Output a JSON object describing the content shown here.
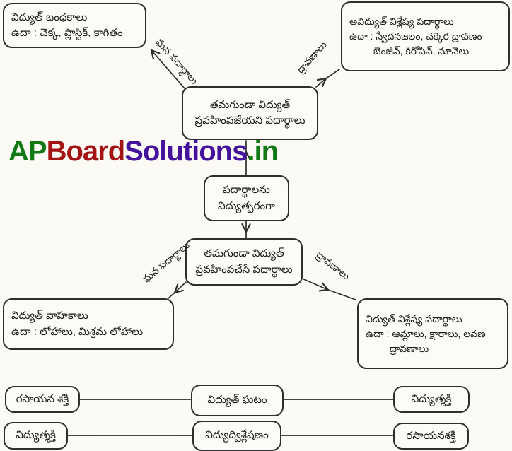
{
  "watermark": {
    "segments": [
      {
        "text": "AP",
        "color": "#117a14"
      },
      {
        "text": "Board",
        "color": "#a31313"
      },
      {
        "text": "Solutions",
        "color": "#45129b"
      },
      {
        "text": ".in",
        "color": "#117a14"
      }
    ]
  },
  "nodes": {
    "insulators": {
      "title": "విద్యుత్ బంధకాలు",
      "example": "ఉదా : చెక్క, ప్లాస్టిక్, కాగితం"
    },
    "non_electrolytes": {
      "title": "అవిద్యుత్ విశ్లేష్య పదార్థాలు",
      "example1": "ఉదా : స్వేదనజలం, చక్కెర ద్రావణం",
      "example2": "బెంజీన్, కిరోసిన్, నూనెలు"
    },
    "non_conducting_group": {
      "line1": "తమగుండా విద్యుత్",
      "line2": "ప్రవహింపజేయని పదార్థాలు"
    },
    "root": {
      "line1": "పదార్థాలను",
      "line2": "విద్యుత్పరంగా"
    },
    "conducting_group": {
      "line1": "తమగుండా విద్యుత్",
      "line2": "ప్రవహింపచేసే పదార్థాలు"
    },
    "conductors": {
      "title": "విద్యుత్ వాహకాలు",
      "example": "ఉదా : లోహాలు, మిశ్రమ లోహాలు"
    },
    "electrolytes": {
      "title": "విద్యుత్ విశ్లేష్య పదార్థాలు",
      "example1": "ఉదా : ఆమ్లాలు, క్షారాలు, లవణ",
      "example2": "ద్రావణాలు"
    }
  },
  "edge_labels": {
    "top_left": "ఘన పదార్థాలు",
    "top_right": "ద్రావణాలు",
    "bottom_left": "ఘన పదార్థాలు",
    "bottom_right": "ద్రావణాలు"
  },
  "energy_rows": [
    {
      "left": "రసాయన శక్తి",
      "center": "విద్యుత్ ఘటం",
      "right": "విద్యుత్శక్తి"
    },
    {
      "left": "విద్యుత్శక్తి",
      "center": "విద్యుద్విశ్లేషణం",
      "right": "రసాయనశక్తి"
    }
  ]
}
